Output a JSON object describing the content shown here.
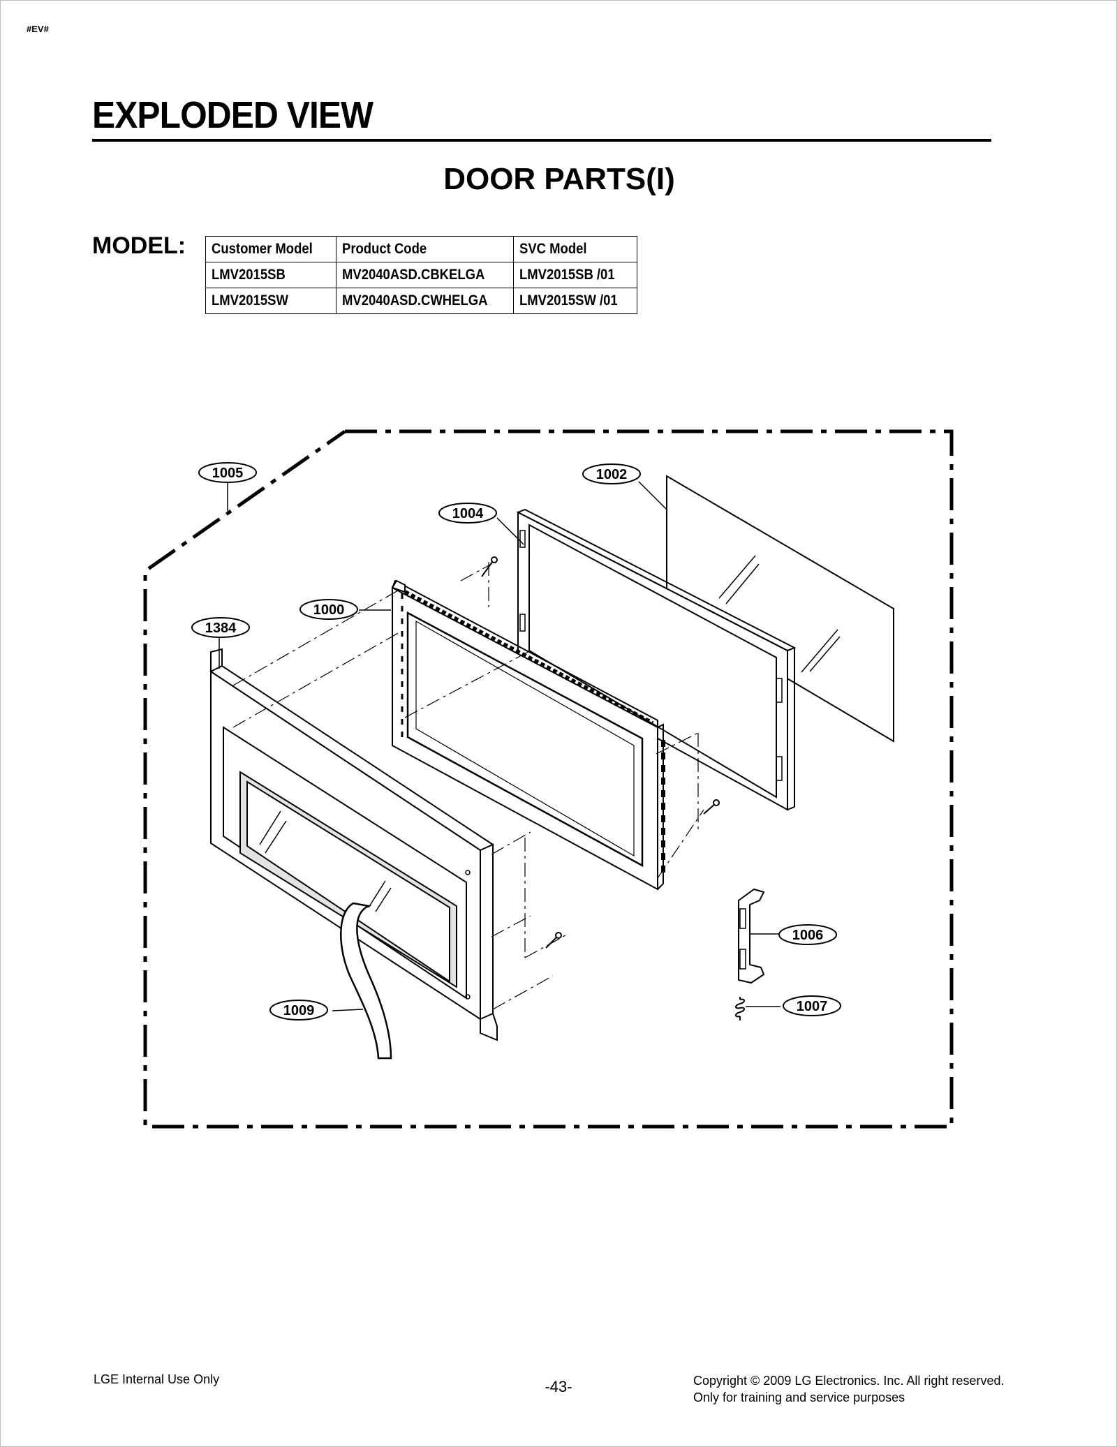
{
  "header": {
    "tag": "#EV#",
    "title": "EXPLODED VIEW",
    "section": "DOOR PARTS(I)"
  },
  "model": {
    "label": "MODEL:",
    "columns": [
      "Customer Model",
      "Product Code",
      "SVC Model"
    ],
    "rows": [
      [
        "LMV2015SB",
        "MV2040ASD.CBKELGA",
        "LMV2015SB /01"
      ],
      [
        "LMV2015SW",
        "MV2040ASD.CWHELGA",
        "LMV2015SW /01"
      ]
    ]
  },
  "callouts": {
    "c1005": "1005",
    "c1002": "1002",
    "c1004": "1004",
    "c1000": "1000",
    "c1384": "1384",
    "c1006": "1006",
    "c1007": "1007",
    "c1009": "1009"
  },
  "footer": {
    "left": "LGE Internal Use Only",
    "page": "-43-",
    "copyright": "Copyright © 2009 LG Electronics. Inc. All right reserved.",
    "purpose": "Only for training and service purposes"
  }
}
